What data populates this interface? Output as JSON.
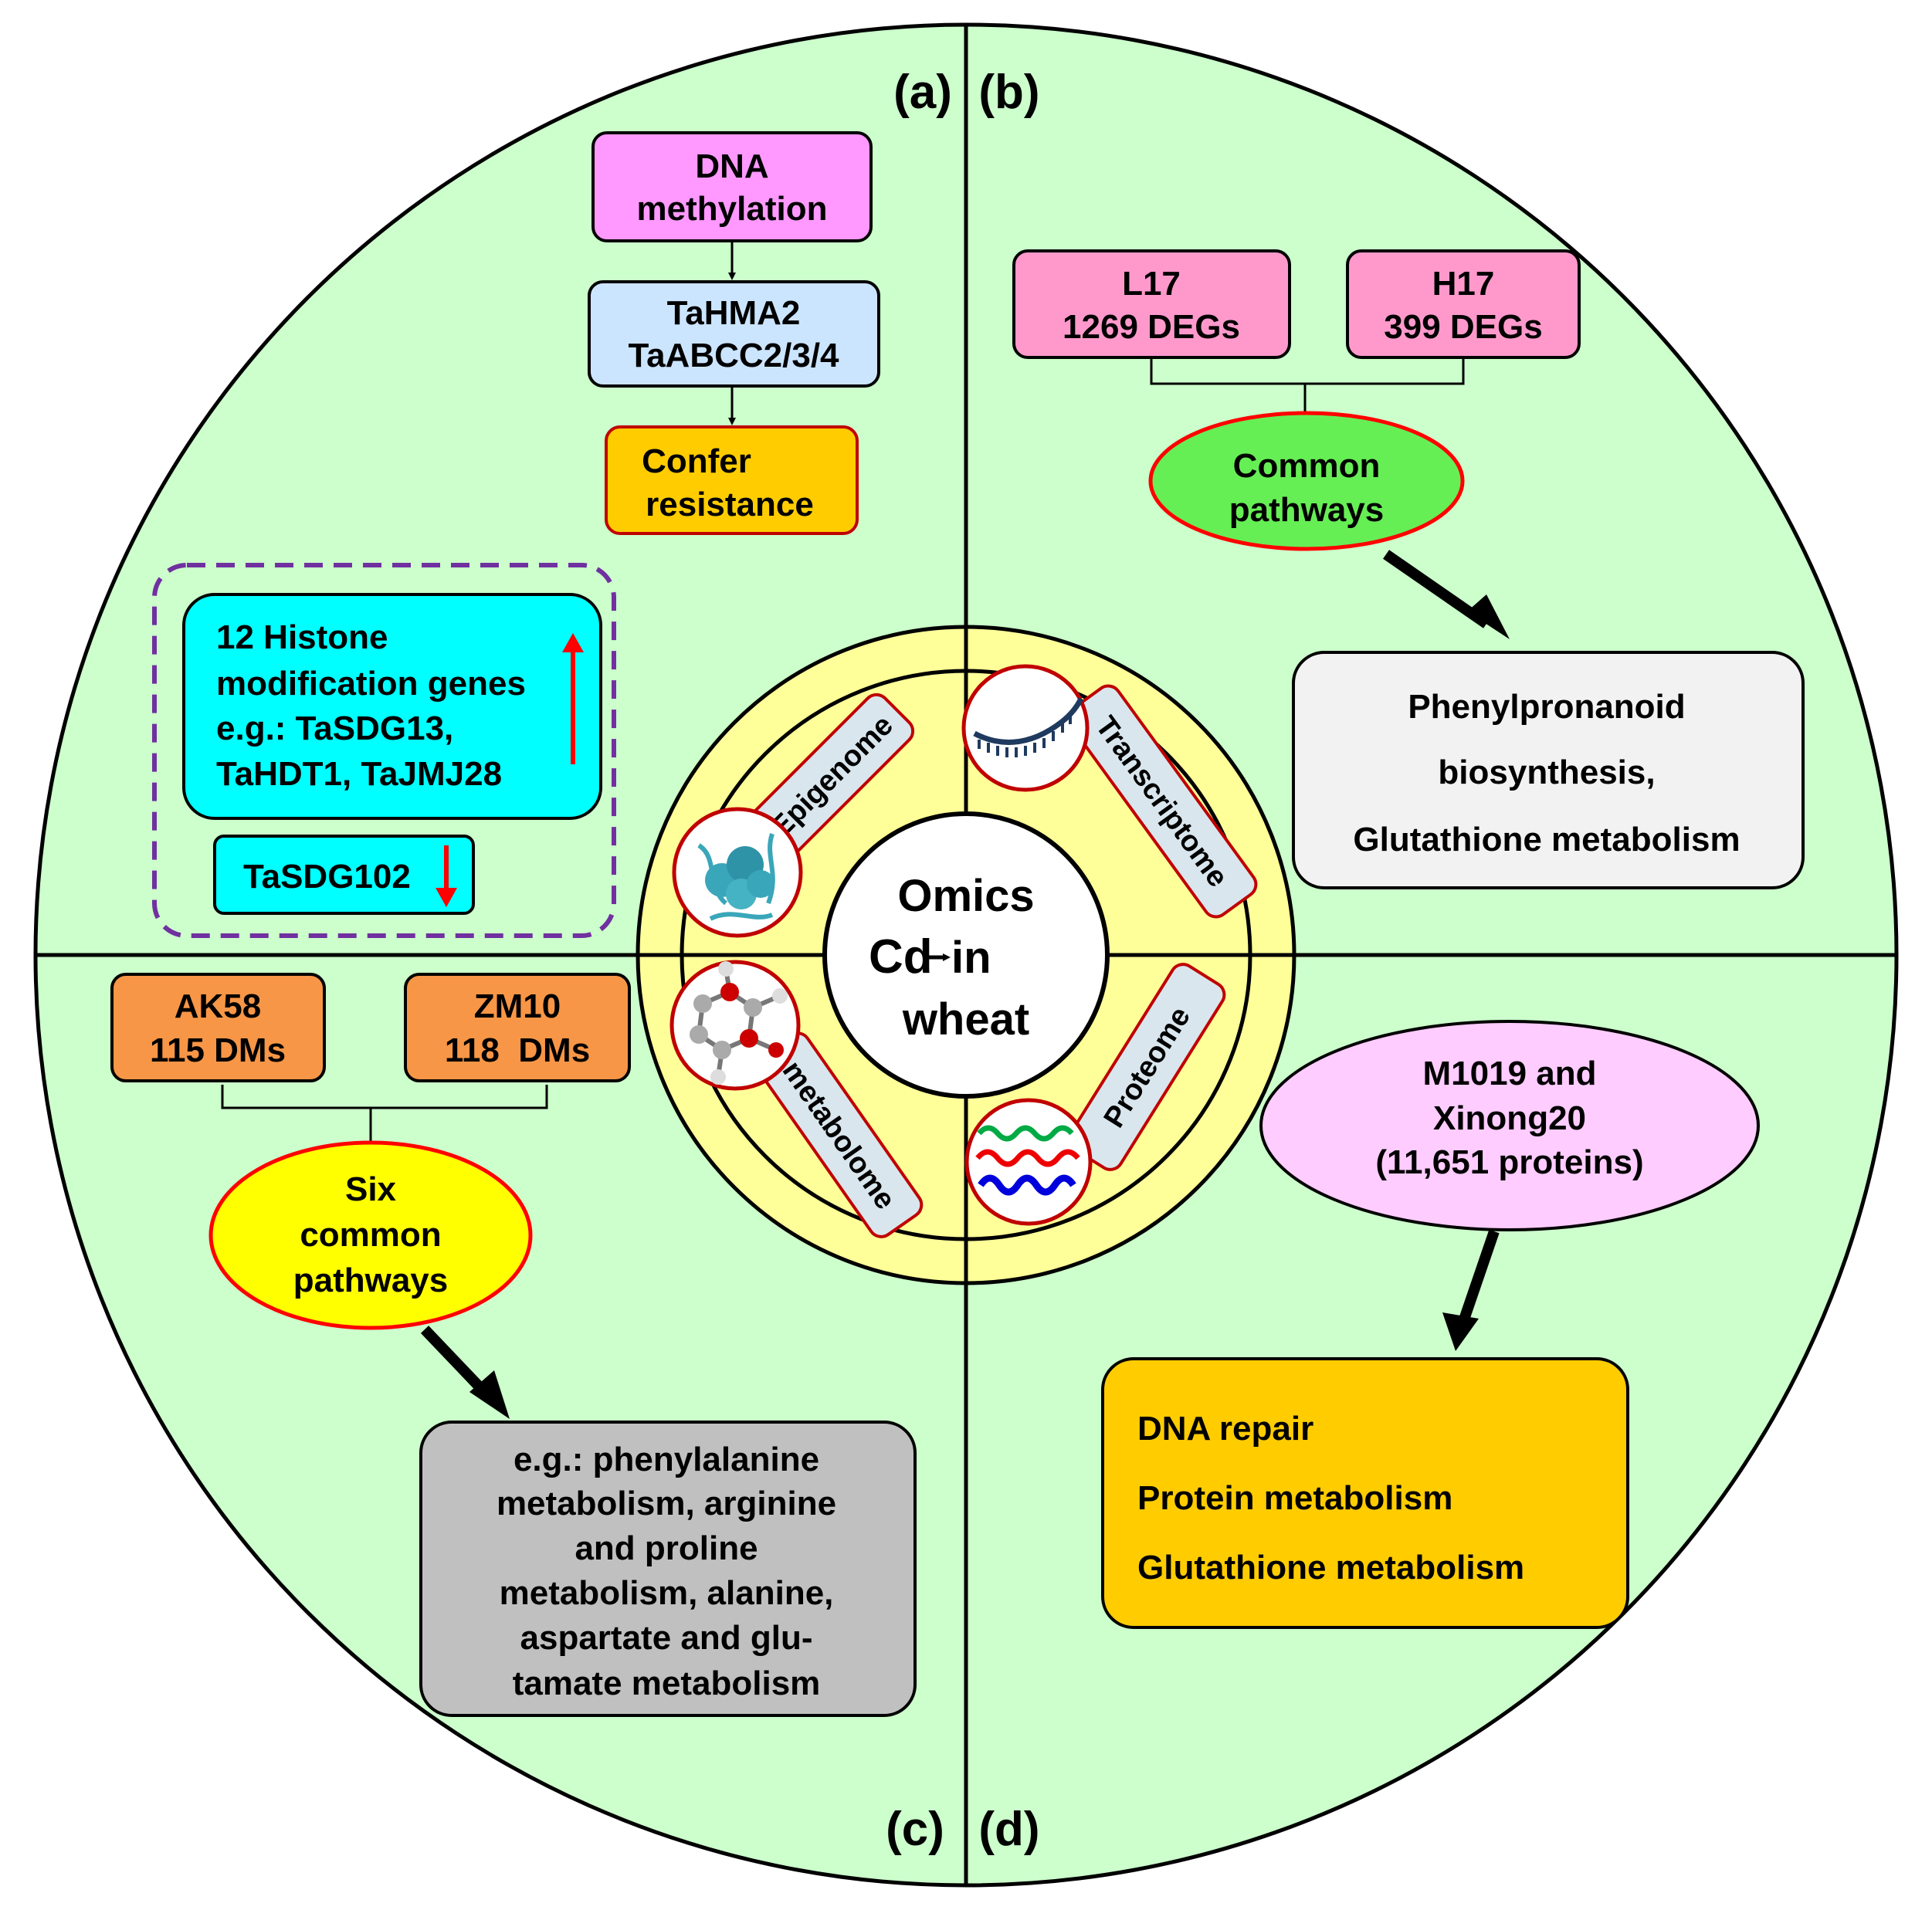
{
  "colors": {
    "panel_green": "#ccffcc",
    "center_ring": "#ffff99",
    "dna_box": "#ff99ff",
    "gene_box": "#cce5ff",
    "resist_box": "#ffcc00",
    "histone_box": "#00ffff",
    "deg_box": "#ff99cc",
    "common_ellipse": "#66ee55",
    "white_box": "#f2f2f2",
    "dm_box": "#f79646",
    "six_ellipse": "#ffff00",
    "grey_box": "#c0c0c0",
    "prot_ellipse": "#ffccff",
    "prot_box": "#ffcc00",
    "red": "#ff0000",
    "dashed_purple": "#7030a0",
    "label_box": "#d9e6ee"
  },
  "quadrants": {
    "a": "(a)",
    "b": "(b)",
    "c": "(c)",
    "d": "(d)"
  },
  "center": {
    "line1": "Omics",
    "cd": "Cd",
    "line2": "in",
    "line3": "wheat"
  },
  "omics_labels": {
    "epigenome": "Epigenome",
    "transcriptome": "Transcriptome",
    "metabolome": "metabolome",
    "proteome": "Proteome"
  },
  "icons": {
    "epigenome": "chromatin-icon",
    "transcriptome": "rna-strand-icon",
    "metabolome": "molecule-icon",
    "proteome": "protein-chain-icon"
  },
  "panel_a": {
    "dna_methylation": [
      "DNA",
      "methylation"
    ],
    "genes": [
      "TaHMA2",
      "TaABCC2/3/4"
    ],
    "resistance": [
      "Confer",
      "resistance"
    ],
    "histone": [
      "12 Histone",
      "modification genes",
      "e.g.: TaSDG13,",
      "TaHDT1, TaJMJ28"
    ],
    "tasdg102": "TaSDG102"
  },
  "panel_b": {
    "l17": [
      "L17",
      "1269 DEGs"
    ],
    "h17": [
      "H17",
      "399 DEGs"
    ],
    "common": [
      "Common",
      "pathways"
    ],
    "result": [
      "Phenylpronanoid",
      "biosynthesis,",
      "Glutathione metabolism"
    ]
  },
  "panel_c": {
    "ak58": [
      "AK58",
      "115 DMs"
    ],
    "zm10": [
      "ZM10",
      "118  DMs"
    ],
    "six": [
      "Six",
      "common",
      "pathways"
    ],
    "result": [
      "e.g.: phenylalanine",
      "metabolism, arginine",
      "and proline",
      "metabolism, alanine,",
      "aspartate and glu-",
      "tamate metabolism"
    ]
  },
  "panel_d": {
    "cultivars": [
      "M1019 and",
      "Xinong20",
      "(11,651 proteins)"
    ],
    "result": [
      "DNA repair",
      "Protein metabolism",
      "Glutathione metabolism"
    ]
  }
}
